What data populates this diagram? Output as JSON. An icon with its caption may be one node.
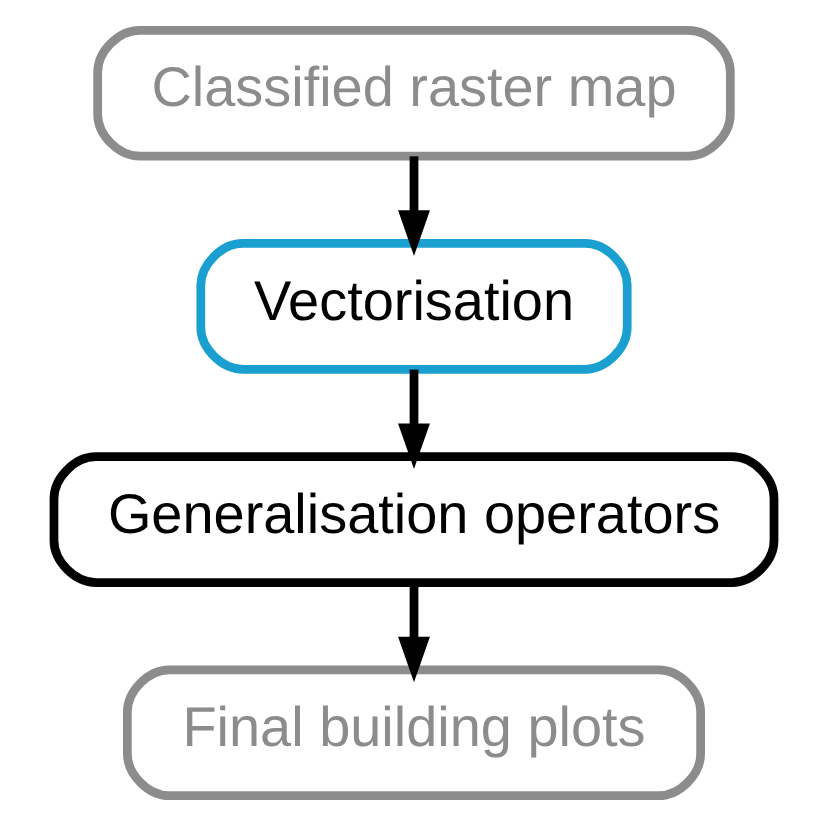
{
  "diagram": {
    "nodes": [
      {
        "text": [
          "Classified raster map"
        ]
      },
      {
        "text": [
          "Vectorisation"
        ]
      },
      {
        "text": [
          "Generalisation operators"
        ]
      },
      {
        "text": [
          "Final building plots"
        ]
      }
    ],
    "edges": [
      {
        "from": 0,
        "to": 1,
        "arrow": "to"
      },
      {
        "from": 1,
        "to": 2,
        "arrow": "to"
      },
      {
        "from": 2,
        "to": 3,
        "arrow": "to"
      }
    ]
  }
}
